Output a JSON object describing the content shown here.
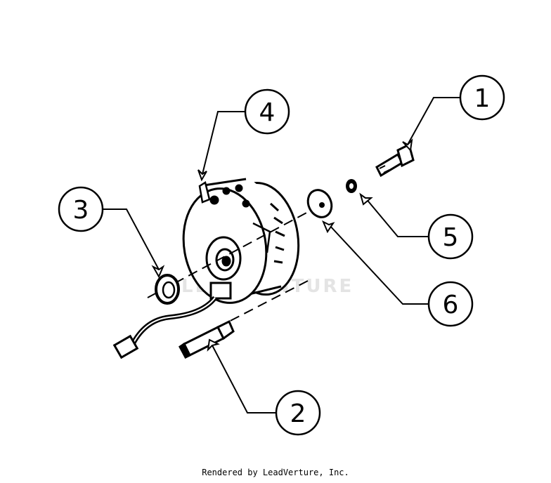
{
  "callouts": {
    "c1": "1",
    "c2": "2",
    "c3": "3",
    "c4": "4",
    "c5": "5",
    "c6": "6"
  },
  "watermark": "LEADVENTURE",
  "footer": "Rendered by LeadVerture, Inc."
}
